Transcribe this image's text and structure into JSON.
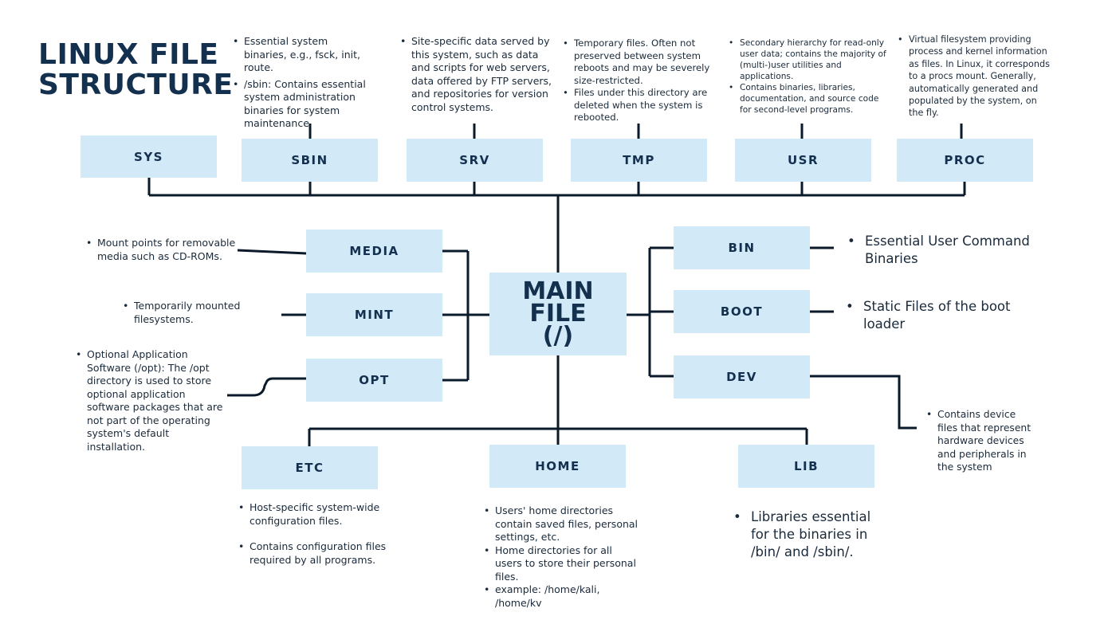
{
  "title": {
    "line1": "LINUX FILE",
    "line2": "STRUCTURE"
  },
  "main": {
    "line1": "MAIN",
    "line2": "FILE",
    "line3": "(/)"
  },
  "dirs": {
    "sys": {
      "label": "SYS"
    },
    "sbin": {
      "label": "SBIN",
      "notes": [
        "Essential system binaries, e.g., fsck, init, route.",
        "/sbin: Contains essential system administration binaries for system maintenance."
      ]
    },
    "srv": {
      "label": "SRV",
      "notes": [
        "Site-specific data served by this system, such as data and scripts for web servers, data offered by FTP servers, and repositories for version control systems."
      ]
    },
    "tmp": {
      "label": "TMP",
      "notes": [
        "Temporary files. Often not preserved between system reboots and may be severely size-restricted.",
        "Files under this directory are deleted when the system is rebooted."
      ]
    },
    "usr": {
      "label": "USR",
      "notes": [
        "Secondary hierarchy for read-only user data; contains the majority of (multi-)user utilities and applications.",
        "Contains binaries, libraries, documentation, and source code for second-level programs."
      ]
    },
    "proc": {
      "label": "PROC",
      "notes": [
        "Virtual filesystem providing process and kernel information as files. In Linux, it corresponds to a procs mount. Generally, automatically generated and populated by the system, on the fly."
      ]
    },
    "media": {
      "label": "MEDIA",
      "notes": [
        "Mount points for removable media such as CD-ROMs."
      ]
    },
    "mint": {
      "label": "MINT",
      "notes": [
        "Temporarily mounted filesystems."
      ]
    },
    "opt": {
      "label": "OPT",
      "notes": [
        "Optional Application Software (/opt): The /opt directory is used to store optional application software packages that are not part of the operating system's default installation."
      ]
    },
    "bin": {
      "label": "BIN",
      "notes": [
        "Essential User Command Binaries"
      ]
    },
    "boot": {
      "label": "BOOT",
      "notes": [
        "Static Files of the boot loader"
      ]
    },
    "dev": {
      "label": "DEV",
      "notes": [
        "Contains device files that represent hardware devices and peripherals in the system"
      ]
    },
    "etc": {
      "label": "ETC",
      "notes": [
        "Host-specific system-wide configuration files.",
        "Contains configuration files required by all programs."
      ]
    },
    "home": {
      "label": "HOME",
      "notes": [
        "Users' home directories contain saved files, personal settings, etc.",
        "Home directories for all users to store their personal files.",
        "example: /home/kali, /home/kv"
      ]
    },
    "lib": {
      "label": "LIB",
      "notes": [
        "Libraries essential for the binaries in /bin/ and /sbin/."
      ]
    }
  },
  "colors": {
    "box_fill": "#d2e9f8",
    "line": "#0a1a2a",
    "text": "#14304f"
  }
}
